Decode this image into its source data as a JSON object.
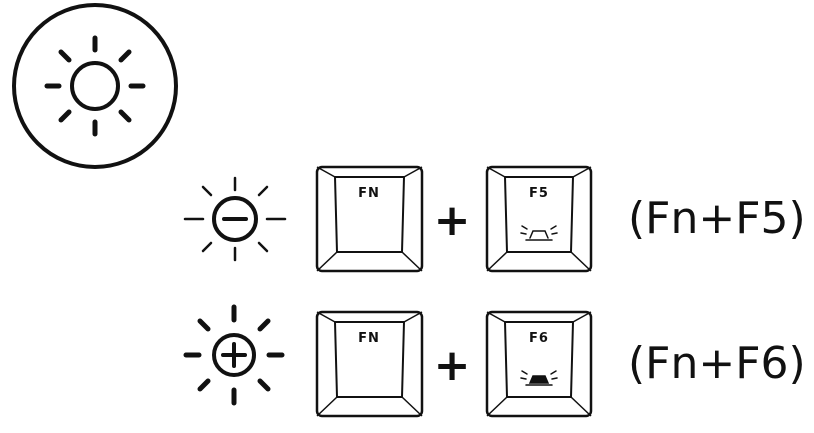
{
  "brightness_badge": {
    "icon": "sun-icon"
  },
  "rows": [
    {
      "icon": "brightness-decrease-icon",
      "key1": "FN",
      "plus": "+",
      "key2": "F5",
      "key2_icon": "keyboard-backlight-dim-icon",
      "combo": "(Fn+F5)"
    },
    {
      "icon": "brightness-increase-icon",
      "key1": "FN",
      "plus": "+",
      "key2": "F6",
      "key2_icon": "keyboard-backlight-bright-icon",
      "combo": "(Fn+F6)"
    }
  ],
  "colors": {
    "ink": "#111111",
    "background": "#ffffff"
  }
}
